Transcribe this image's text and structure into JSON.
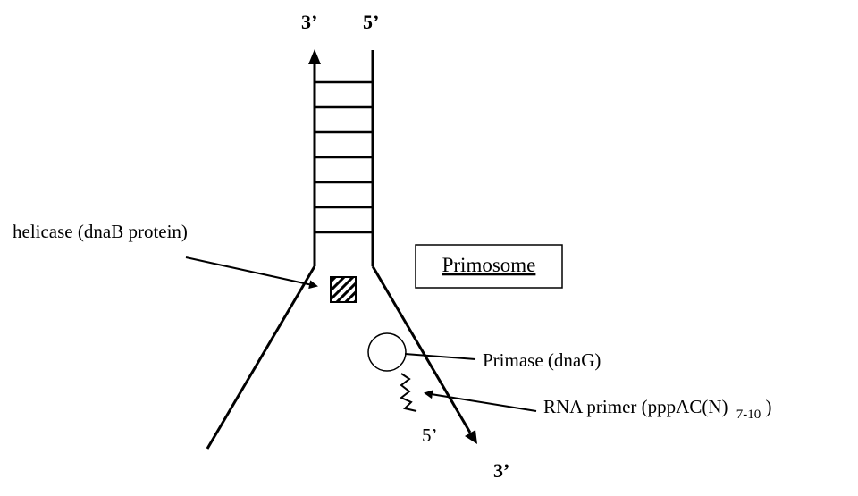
{
  "title": "Primosome at the replication fork",
  "strand_ends": {
    "top_left": "3’",
    "top_right": "5’",
    "bottom_right": "3’"
  },
  "helicase_label": "helicase (dnaB protein)",
  "primosome_label": "Primosome",
  "primase_label": "Primase (dnaG)",
  "rna_primer": {
    "label": "RNA primer (pppAC(N)",
    "subscript": "7-10",
    "close": ")"
  },
  "primer_end_label": "5’",
  "base_pair_rungs": 7,
  "colors": {
    "ink": "#000000",
    "background": "#ffffff"
  },
  "icons": {
    "helicase": "hatched-square-icon",
    "primase": "circle-icon",
    "primer": "squiggle-icon"
  }
}
